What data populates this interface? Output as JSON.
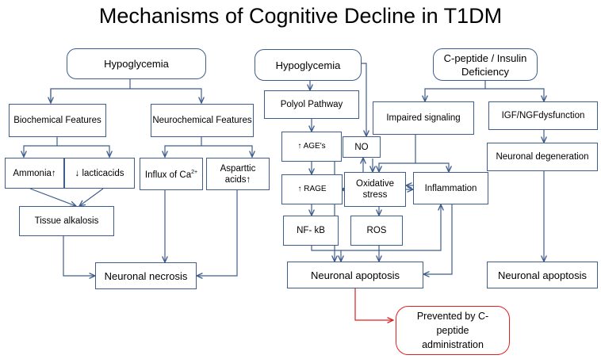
{
  "title": "Mechanisms of Cognitive Decline in T1DM",
  "nodes": {
    "hypo1": "Hypoglycemia",
    "biochem": "Biochemical Features",
    "neurochem": "Neurochemical Features",
    "ammonia": "Ammonia↑",
    "lactic": "↓ lacticacids",
    "influx": "Influx of Ca",
    "influx_sup": "2+",
    "aspartic": "Asparttic acids↑",
    "alkalosis": "Tissue alkalosis",
    "necrosis": "Neuronal necrosis",
    "hypo2": "Hypoglycemia",
    "polyol": "Polyol Pathway",
    "ages": "↑ AGE's",
    "rage": "↑ RAGE",
    "nfkb": "NF- kB",
    "no": "NO",
    "oxidative": "Oxidative stress",
    "ros": "ROS",
    "inflammation": "Inflammation",
    "impaired": "Impaired signaling",
    "apoptosis_mid": "Neuronal apoptosis",
    "cpeptide": "C-peptide / Insulin Deficiency",
    "igf": "IGF/NGFdysfunction",
    "degeneration": "Neuronal degeneration",
    "apoptosis_right": "Neuronal apoptosis",
    "prevented": "Prevented by C-peptide administration"
  },
  "colors": {
    "edge": "#3f5d8c",
    "highlight": "#e02020"
  }
}
